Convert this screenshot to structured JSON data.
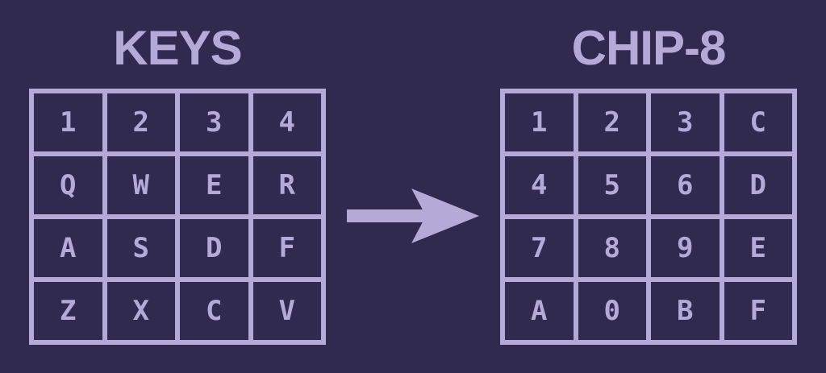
{
  "keyboard": {
    "title": "KEYS",
    "keys": [
      "1",
      "2",
      "3",
      "4",
      "Q",
      "W",
      "E",
      "R",
      "A",
      "S",
      "D",
      "F",
      "Z",
      "X",
      "C",
      "V"
    ]
  },
  "chip8": {
    "title": "CHIP-8",
    "keys": [
      "1",
      "2",
      "3",
      "C",
      "4",
      "5",
      "6",
      "D",
      "7",
      "8",
      "9",
      "E",
      "A",
      "0",
      "B",
      "F"
    ]
  },
  "colors": {
    "background": "#312a50",
    "foreground": "#b3aad8"
  }
}
